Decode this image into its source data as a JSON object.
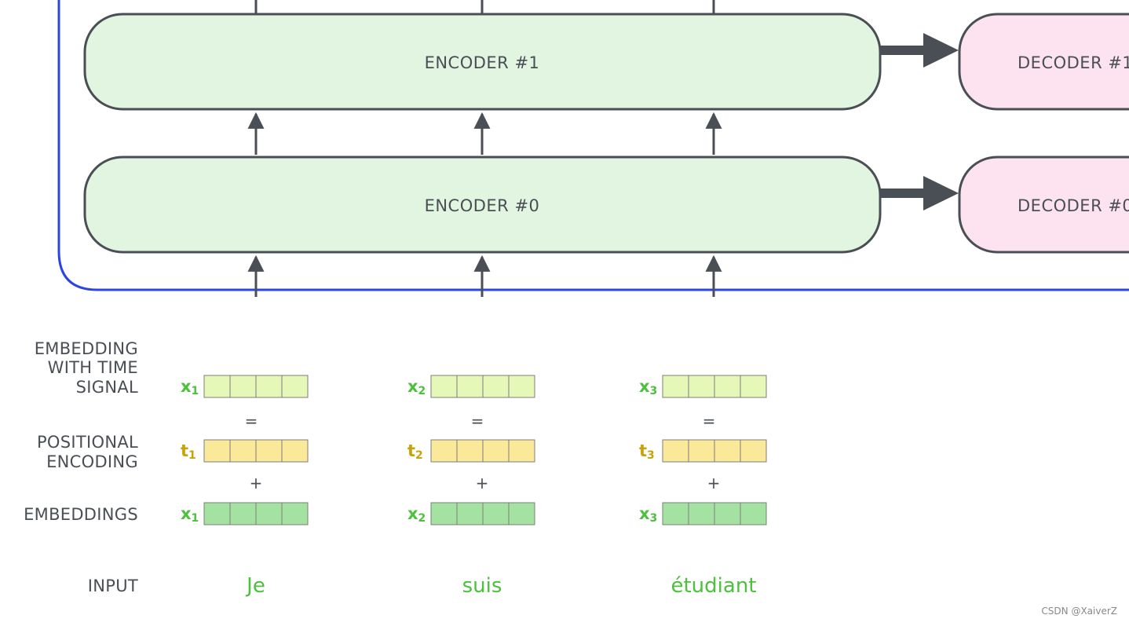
{
  "encoders": [
    {
      "label": "ENCODER #1"
    },
    {
      "label": "ENCODER #0"
    }
  ],
  "decoders": [
    {
      "label": "DECODER #1"
    },
    {
      "label": "DECODER #0"
    }
  ],
  "row_labels": {
    "embedding_with_time_signal": [
      "EMBEDDING",
      "WITH TIME",
      "SIGNAL"
    ],
    "positional_encoding": [
      "POSITIONAL",
      "ENCODING"
    ],
    "embeddings": "EMBEDDINGS",
    "input": "INPUT"
  },
  "operators": {
    "equals": "=",
    "plus": "+"
  },
  "tokens": [
    {
      "word": "Je",
      "x_var": "x",
      "t_var": "t",
      "sub": "1"
    },
    {
      "word": "suis",
      "x_var": "x",
      "t_var": "t",
      "sub": "2"
    },
    {
      "word": "étudiant",
      "x_var": "x",
      "t_var": "t",
      "sub": "3"
    }
  ],
  "vector_cells": 4,
  "colors": {
    "encoder_fill": "#e2f5e1",
    "decoder_fill": "#fde3ef",
    "box_stroke": "#4a4e55",
    "frame_blue": "#2c44e6",
    "time_signal_fill": "#e5f8b8",
    "positional_fill": "#fbe99a",
    "embedding_fill": "#a3e2a0",
    "green_text": "#4cc13c",
    "gold_text": "#c9a20a"
  },
  "watermark": "CSDN @XaiverZ"
}
